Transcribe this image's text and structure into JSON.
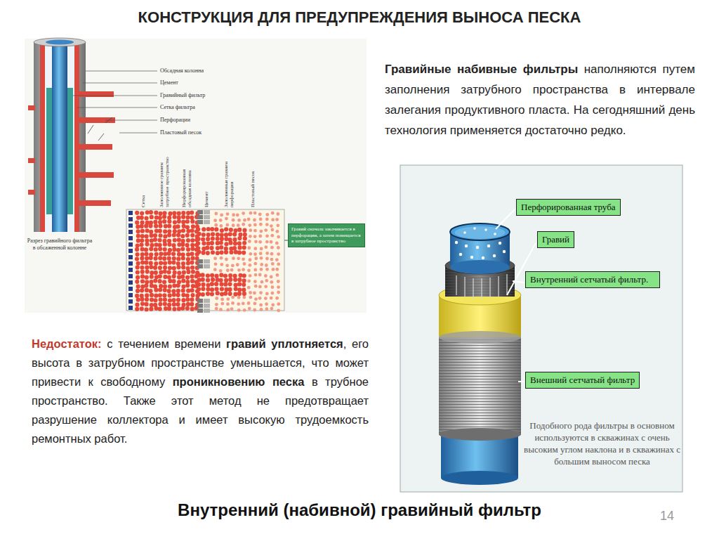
{
  "diagram": {
    "title": "КОНСТРУКЦИЯ ДЛЯ ПРЕДУПРЕЖДЕНИЯ ВЫНОСА ПЕСКА",
    "caption": "Внутренний (набивной) гравийный фильтр",
    "nodes": [
      {
        "text": [
          "Гравий сначала закачивается в перфорации, а затем помещается в затрубное пространство"
        ]
      },
      {
        "text": [
          "Перфорированная труба"
        ]
      },
      {
        "text": [
          "Гравий"
        ]
      },
      {
        "text": [
          "Внутренний сетчатый фильтр."
        ]
      },
      {
        "text": [
          "Внешний сетчатый фильтр"
        ]
      }
    ],
    "labels": [
      "Обсадная колонна",
      "Цемент",
      "Гравийный фильтр",
      "Сетка фильтра",
      "Перфорации",
      "Пластовый песок",
      "Разрез гравийного фильтра в обсаженной колонне",
      "Сетка",
      "Заполненное гравием затрубное пространство",
      "Перфорированная обсадная колонна",
      "Цемент",
      "Заполненные гравием перфорации",
      "Пластовый песок",
      "Гравийные набивные фильтры",
      "наполняются путем заполнения затрубного пространства в интервале залегания продуктивного пласта. На сегодняшний день технология применяется достаточно редко.",
      "Недостаток:",
      "с течением времени",
      "гравий уплотняется",
      ", его высота в затрубном пространстве уменьшается, что может привести к свободному",
      "проникновению песка",
      "в трубное пространство. Также этот метод не предотвращает разрушение коллектора и имеет высокую трудоемкость ремонтных работ.",
      "Подобного рода фильтры в основном используются в скважинах с очень высоким углом наклона и в скважинах с большим выносом песка",
      "14"
    ]
  }
}
